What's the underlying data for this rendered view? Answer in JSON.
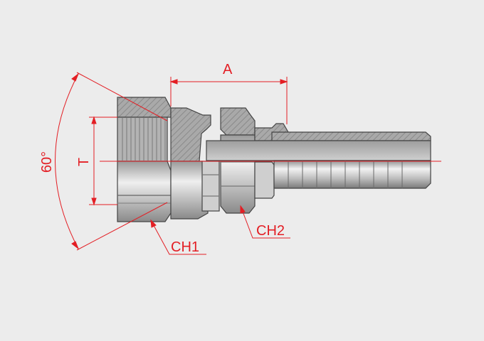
{
  "labels": {
    "dimension_a": "A",
    "dimension_t": "T",
    "angle": "60°",
    "hex_1": "CH1",
    "hex_2": "CH2"
  },
  "colors": {
    "background": "#ececec",
    "annotation": "#e31e24",
    "steel_light": "#e6e6e6",
    "steel_mid": "#b7b7b7",
    "steel_dark": "#7d7d7d",
    "outline": "#444444",
    "thread": "#8c8c8c"
  }
}
